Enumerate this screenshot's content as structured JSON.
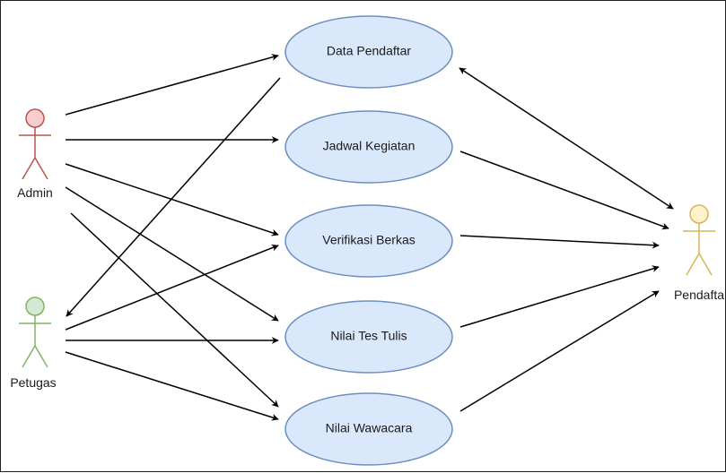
{
  "colors": {
    "usecase_fill": "#dae8fc",
    "usecase_stroke": "#6c8ebf",
    "line": "#000000",
    "admin_stroke": "#b85450",
    "admin_fill": "#f8cecc",
    "petugas_stroke": "#82b366",
    "petugas_fill": "#d5e8d4",
    "pendaftar_stroke": "#d6b656",
    "pendaftar_fill": "#fff2cc"
  },
  "actors": {
    "admin": {
      "label": "Admin"
    },
    "petugas": {
      "label": "Petugas"
    },
    "pendaftar": {
      "label": "Pendafta"
    }
  },
  "usecases": {
    "data_pendaftar": "Data Pendaftar",
    "jadwal_kegiatan": "Jadwal Kegiatan",
    "verifikasi_berkas": "Verifikasi Berkas",
    "nilai_tes_tulis": "Nilai Tes Tulis",
    "nilai_wawacara": "Nilai Wawacara"
  }
}
